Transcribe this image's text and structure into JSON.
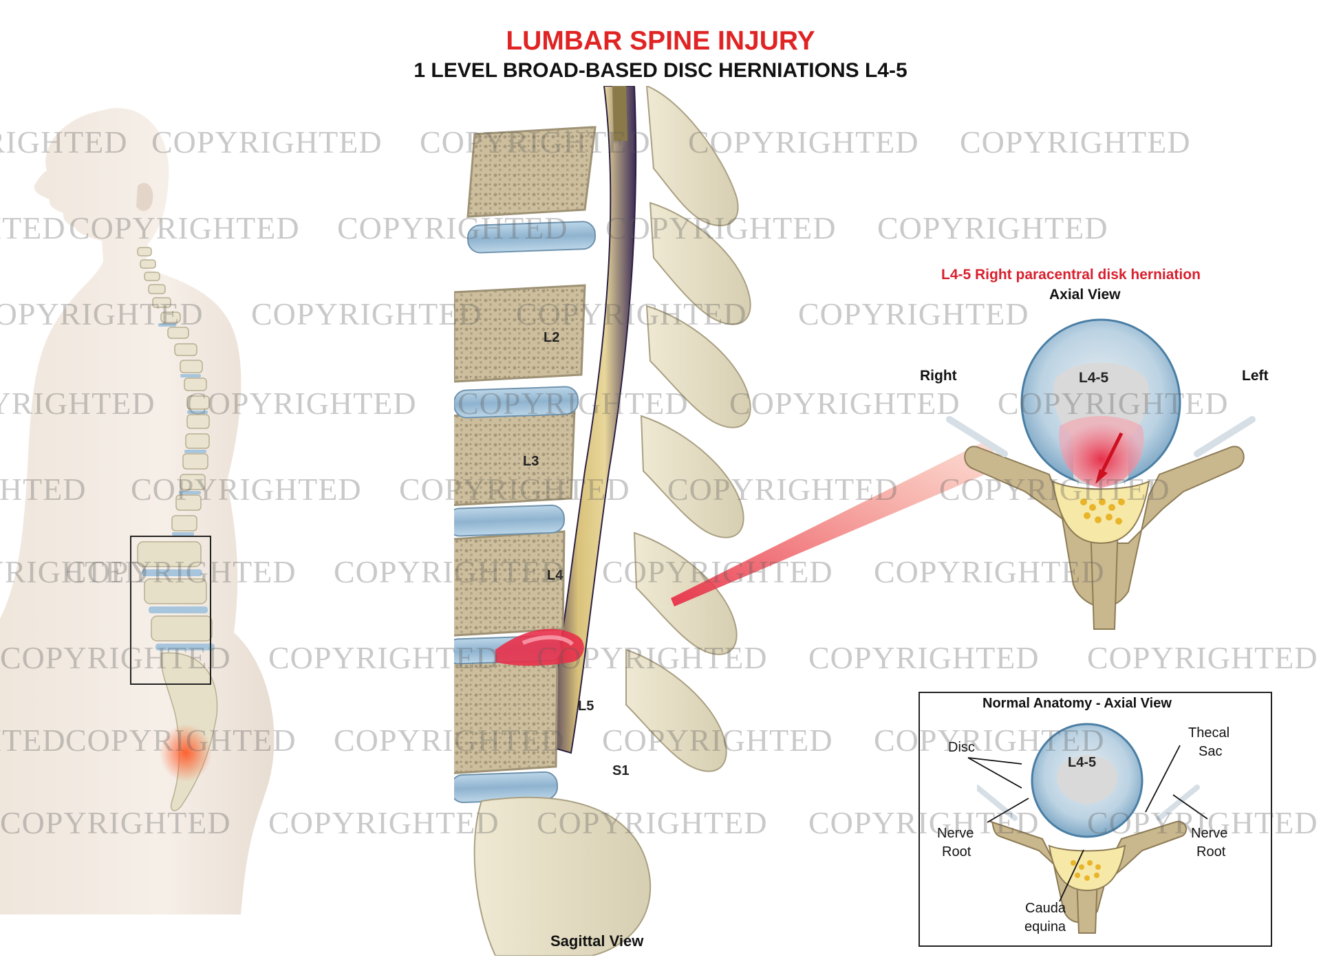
{
  "title": "LUMBAR SPINE INJURY",
  "subtitle": "1 LEVEL BROAD-BASED DISC HERNIATIONS L4-5",
  "sagittal": {
    "view_label": "Sagittal View",
    "vertebra_labels": [
      "L2",
      "L3",
      "L4",
      "L5",
      "S1"
    ]
  },
  "axial_injury": {
    "title": "L4-5 Right paracentral disk herniation",
    "subtitle": "Axial View",
    "level": "L4-5",
    "right_label": "Right",
    "left_label": "Left"
  },
  "normal_anatomy": {
    "title": "Normal Anatomy - Axial View",
    "level": "L4-5",
    "disc_label": "Disc",
    "thecal_label_line1": "Thecal",
    "thecal_label_line2": "Sac",
    "nerve_left_line1": "Nerve",
    "nerve_left_line2": "Root",
    "nerve_right_line1": "Nerve",
    "nerve_right_line2": "Root",
    "cauda_line1": "Cauda",
    "cauda_line2": "equina"
  },
  "watermark_text": "COPYRIGHTED",
  "colors": {
    "title": "#e02424",
    "herniation": "#e8304a",
    "disc": "#9fc3dc",
    "bone": "#e6e0c8"
  }
}
